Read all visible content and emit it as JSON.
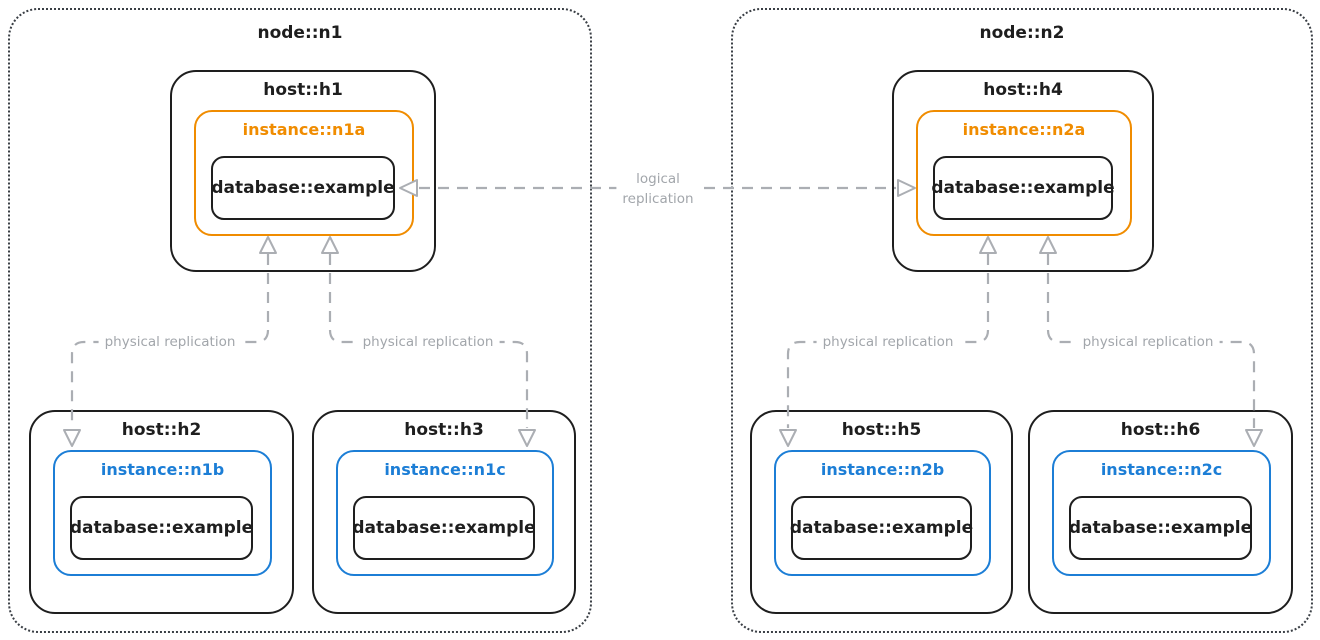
{
  "colors": {
    "ink": "#1e1e1e",
    "orange": "#f08c00",
    "blue": "#1c7ed6",
    "arrow": "#abaeb3",
    "label_gray": "#a2a6ab"
  },
  "nodes": [
    {
      "title": "node::n1",
      "hosts": [
        {
          "title": "host::h1",
          "instance_label": "instance::n1a",
          "instance_color": "#f08c00",
          "database_label": "database::example"
        },
        {
          "title": "host::h2",
          "instance_label": "instance::n1b",
          "instance_color": "#1c7ed6",
          "database_label": "database::example"
        },
        {
          "title": "host::h3",
          "instance_label": "instance::n1c",
          "instance_color": "#1c7ed6",
          "database_label": "database::example"
        }
      ]
    },
    {
      "title": "node::n2",
      "hosts": [
        {
          "title": "host::h4",
          "instance_label": "instance::n2a",
          "instance_color": "#f08c00",
          "database_label": "database::example"
        },
        {
          "title": "host::h5",
          "instance_label": "instance::n2b",
          "instance_color": "#1c7ed6",
          "database_label": "database::example"
        },
        {
          "title": "host::h6",
          "instance_label": "instance::n2c",
          "instance_color": "#1c7ed6",
          "database_label": "database::example"
        }
      ]
    }
  ],
  "edges": {
    "logical_replication": {
      "label": "logical replication",
      "line1": "logical",
      "line2": "replication"
    },
    "physical_replication_labels": [
      "physical replication",
      "physical replication",
      "physical replication",
      "physical replication"
    ]
  }
}
